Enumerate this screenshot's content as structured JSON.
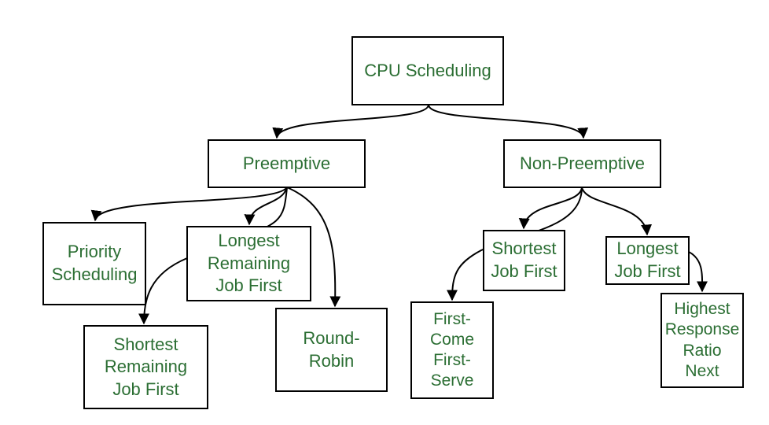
{
  "text_color": "#2b6e33",
  "line_color": "#000000",
  "nodes": {
    "root": "CPU Scheduling",
    "preemptive": "Preemptive",
    "non_preemptive": "Non-Preemptive",
    "priority": "Priority\nScheduling",
    "lrjf": "Longest\nRemaining\nJob First",
    "srjf": "Shortest\nRemaining\nJob First",
    "round_robin": "Round-\nRobin",
    "sjf": "Shortest\nJob First",
    "fcfs": "First-\nCome\nFirst-\nServe",
    "ljf": "Longest\nJob First",
    "hrrn": "Highest\nResponse\nRatio\nNext"
  }
}
